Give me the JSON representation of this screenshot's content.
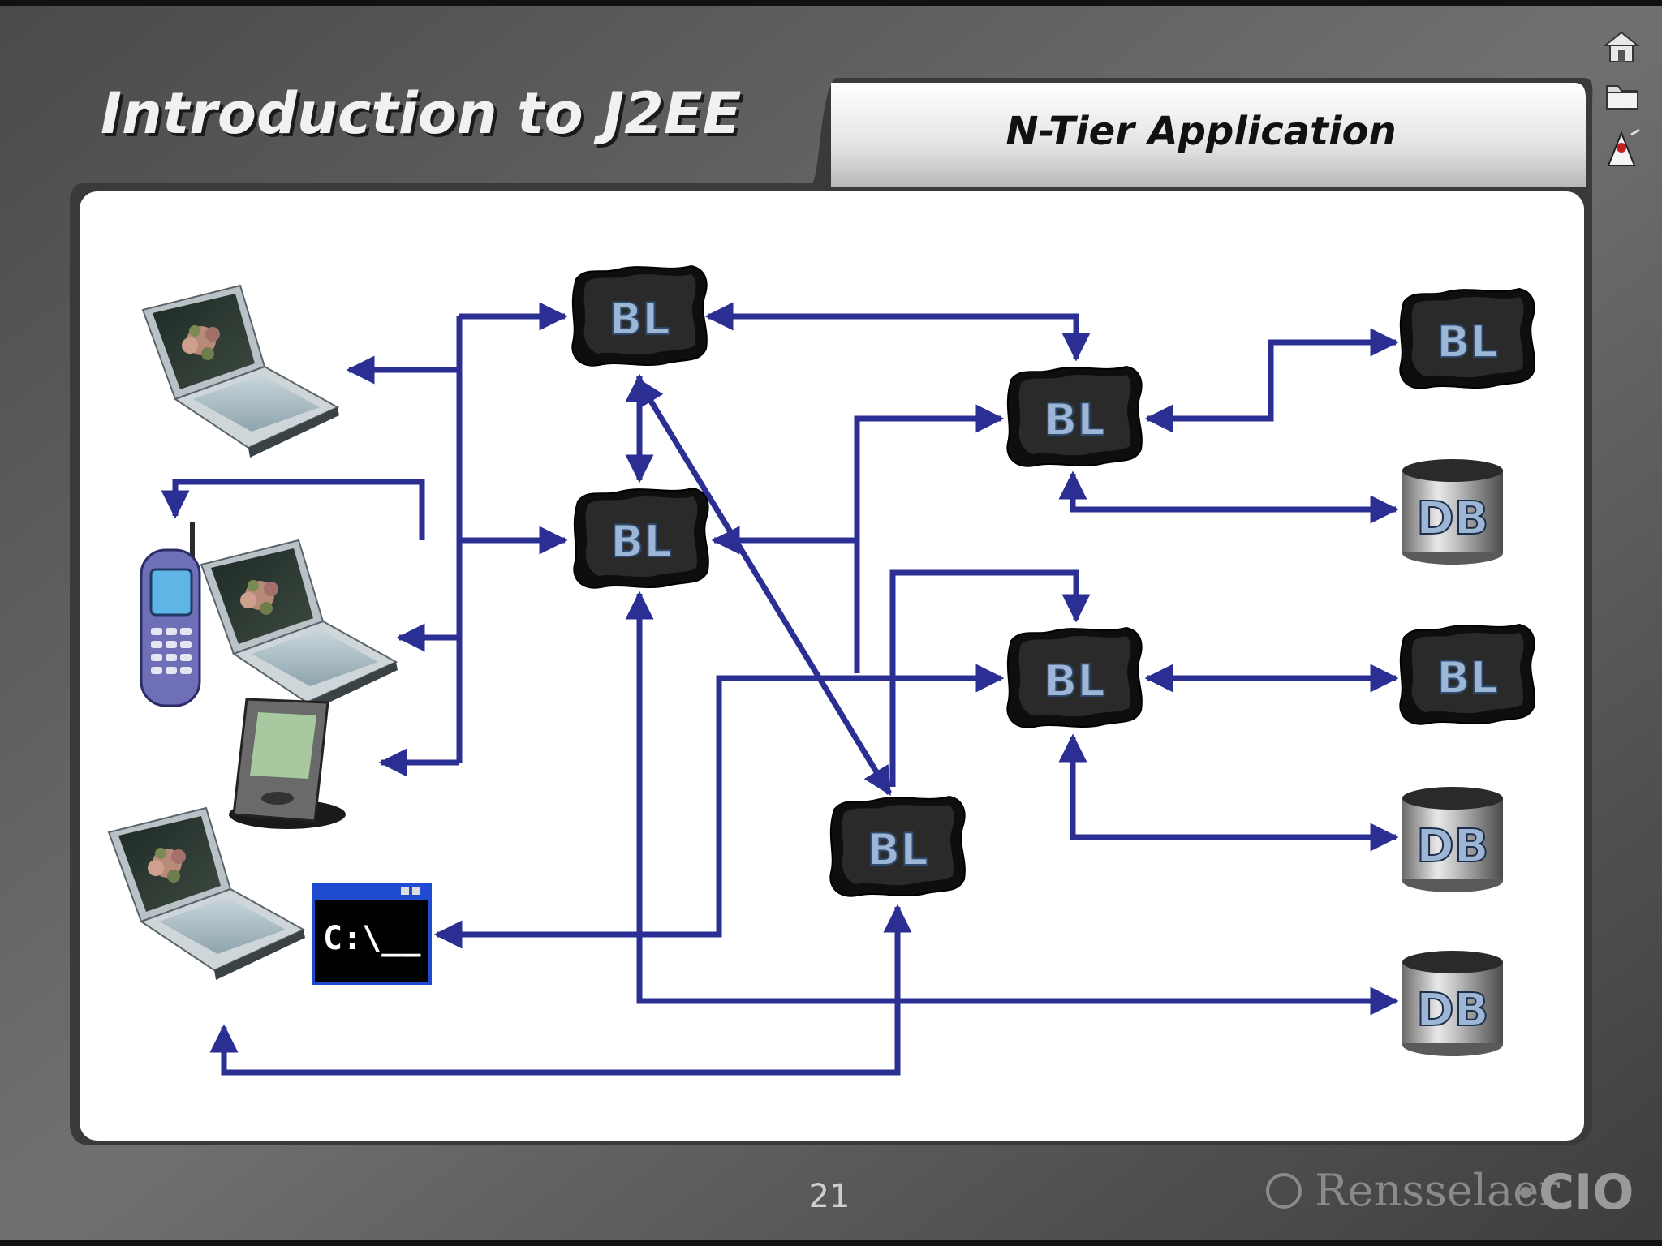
{
  "slide": {
    "title": "Introduction to J2EE",
    "subtitle": "N-Tier Application",
    "page_number": "21",
    "brand": "Rensselaer",
    "brand_mark": "CIO",
    "console_prompt": "C:\\__",
    "bl_label": "BL",
    "db_label": "DB"
  },
  "nav_icons": [
    "home-icon",
    "folder-icon",
    "java-duke-icon"
  ],
  "colors": {
    "arrow": "#2b2f93",
    "panel": "#ffffff",
    "background": "#555555",
    "tier_box": "#111111",
    "tier_text": "#8aa6c8"
  },
  "diagram": {
    "clients": [
      "laptop",
      "mobile-phone",
      "laptop",
      "pda",
      "laptop",
      "console"
    ],
    "business_nodes": 7,
    "databases": 3
  }
}
